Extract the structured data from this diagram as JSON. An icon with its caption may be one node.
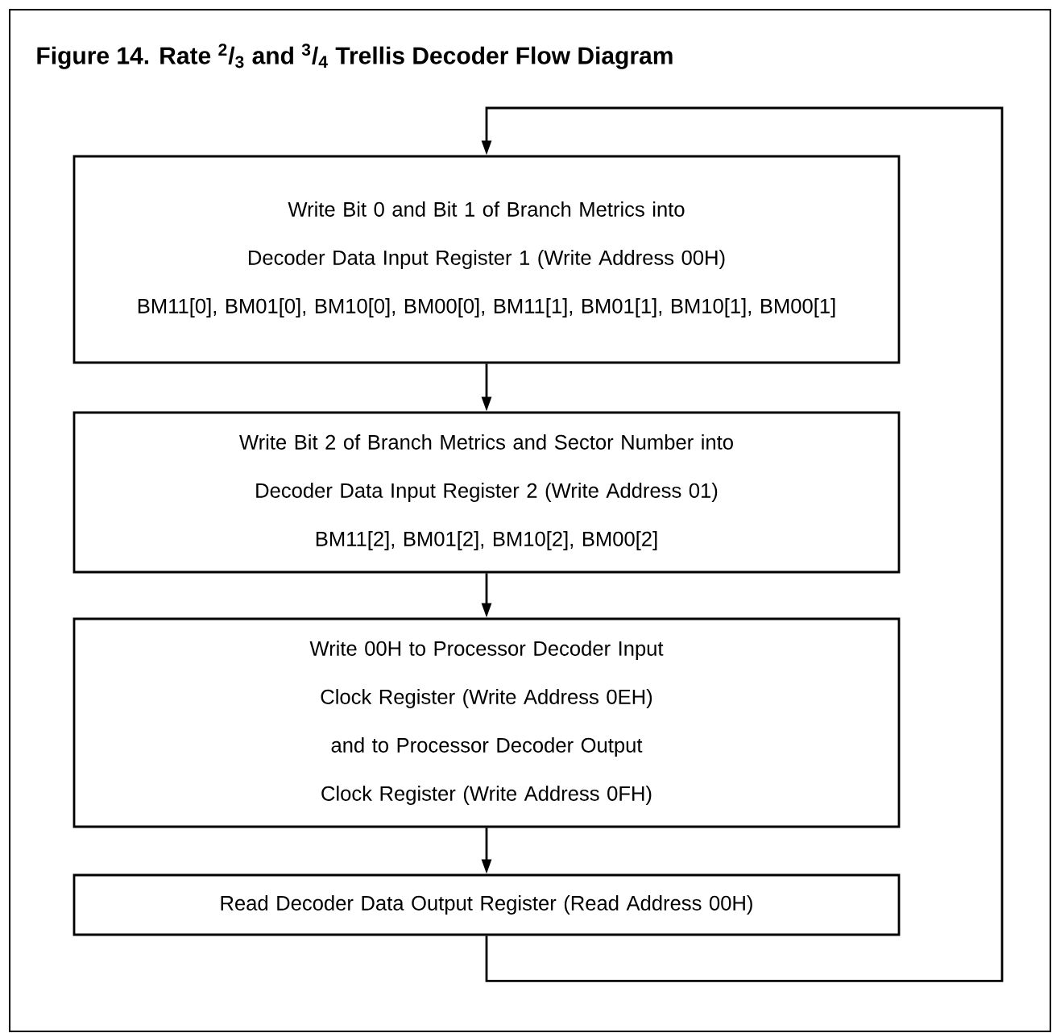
{
  "diagram": {
    "title": "Figure 14.  Rate $^{2}$/$_{3}$ and $^{3}$/$_{4}$ Trellis Decoder Flow Diagram",
    "nodes": [
      {
        "text": [
          "Write Bit 0 and Bit 1 of Branch Metrics into Decoder Data Input Register 1 (Write Address 00H)",
          "BM11[0], BM01[0], BM10[0], BM00[0], BM11[1], BM01[1], BM10[1], BM00[1]"
        ]
      },
      {
        "text": [
          "Write Bit 2 of Branch Metrics and Sector Number into Decoder Data Input Register 2 (Write Address 01)",
          "BM11[2], BM01[2], BM10[2], BM00[2]"
        ]
      },
      {
        "text": [
          "Write 00H to Processor Decoder Input Clock Register (Write Address 0EH) and to Processor Decoder Output Clock Register (Write Address 0FH)"
        ]
      },
      {
        "text": [
          "Read Decoder Data Output Register (Read Address 00H)"
        ]
      }
    ],
    "edges": [
      {
        "from": 0,
        "to": 1,
        "arrow": "to"
      },
      {
        "from": 1,
        "to": 2,
        "arrow": "to"
      },
      {
        "from": 2,
        "to": 3,
        "arrow": "to"
      },
      {
        "from": 3,
        "to": 0,
        "arrow": "to"
      }
    ]
  }
}
